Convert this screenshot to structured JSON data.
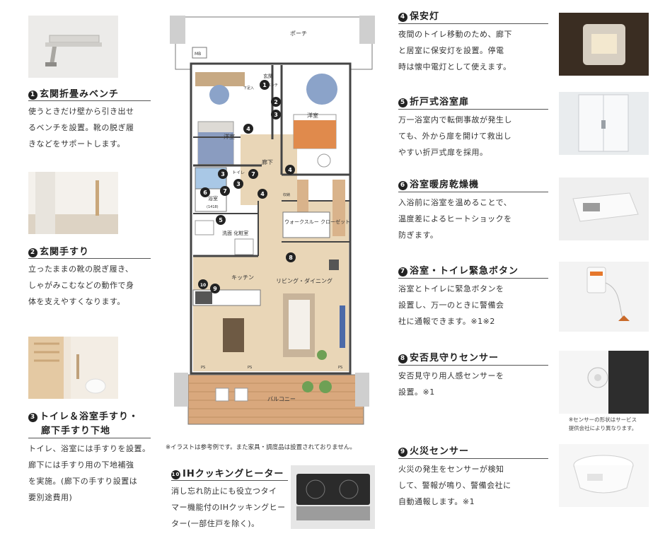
{
  "features": [
    {
      "num": "1",
      "title": "玄関折畳みベンチ",
      "desc": "使うときだけ壁から引き出せ\nるベンチを設置。靴の脱ぎ履\nきなどをサポートします。"
    },
    {
      "num": "2",
      "title": "玄関手すり",
      "desc": "立ったままの靴の脱ぎ履き、\nしゃがみこむなどの動作で身\n体を支えやすくなります。"
    },
    {
      "num": "3",
      "title_line1": "トイレ＆浴室手すり・",
      "title_line2": "廊下手すり下地",
      "desc": "トイレ、浴室には手すりを設置。\n廊下には手すり用の下地補強\nを実施。(廊下の手すり設置は\n要別途費用)"
    },
    {
      "num": "4",
      "title": "保安灯",
      "desc": "夜間のトイレ移動のため、廊下\nと居室に保安灯を設置。停電\n時は懐中電灯として使えます。"
    },
    {
      "num": "5",
      "title": "折戸式浴室扉",
      "desc": "万一浴室内で転倒事故が発生し\nても、外から扉を開けて救出し\nやすい折戸式扉を採用。"
    },
    {
      "num": "6",
      "title": "浴室暖房乾燥機",
      "desc": "入浴前に浴室を温めることで、\n温度差によるヒートショックを\n防ぎます。"
    },
    {
      "num": "7",
      "title": "浴室・トイレ緊急ボタン",
      "desc": "浴室とトイレに緊急ボタンを\n設置し、万一のときに警備会\n社に通報できます。※1※2"
    },
    {
      "num": "8",
      "title": "安否見守りセンサー",
      "desc": "安否見守り用人感センサーを\n設置。※1",
      "note": "※センサーの形状はサービス\n提供会社により異なります。"
    },
    {
      "num": "9",
      "title": "火災センサー",
      "desc": "火災の発生をセンサーが検知\nして、警報が鳴り、警備会社に\n自動通報します。※1"
    },
    {
      "num": "10",
      "title": "IHクッキングヒーター",
      "desc": "消し忘れ防止にも役立つタイ\nマー機能付のIHクッキングヒー\nター(一部住戸を除く)。"
    }
  ],
  "plan": {
    "note": "※イラストは参考例です。また家具・調度品は設置されておりません。",
    "labels": {
      "porch": "ポーチ",
      "mb": "MB",
      "entrance": "玄関",
      "bench": "ベンチ",
      "shoe": "下足入",
      "western_left": "洋室",
      "western_right": "洋室",
      "hallway": "廊下",
      "toilet": "トイレ",
      "bath": "浴室",
      "bath_size": "(1418)",
      "storage": "収納",
      "washroom": "洗面\n化粧室",
      "wic": "ウォークスルー\nクローゼット",
      "kitchen": "キッチン",
      "living": "リビング・ダイニング",
      "balcony": "バルコニー",
      "ps1": "PS",
      "ps2": "PS",
      "ps3": "PS"
    }
  },
  "colors": {
    "accent": "#222222",
    "floor": "#e9d6b7",
    "bed_orange": "#e08a4c",
    "bed_blue": "#8a9cc0"
  }
}
